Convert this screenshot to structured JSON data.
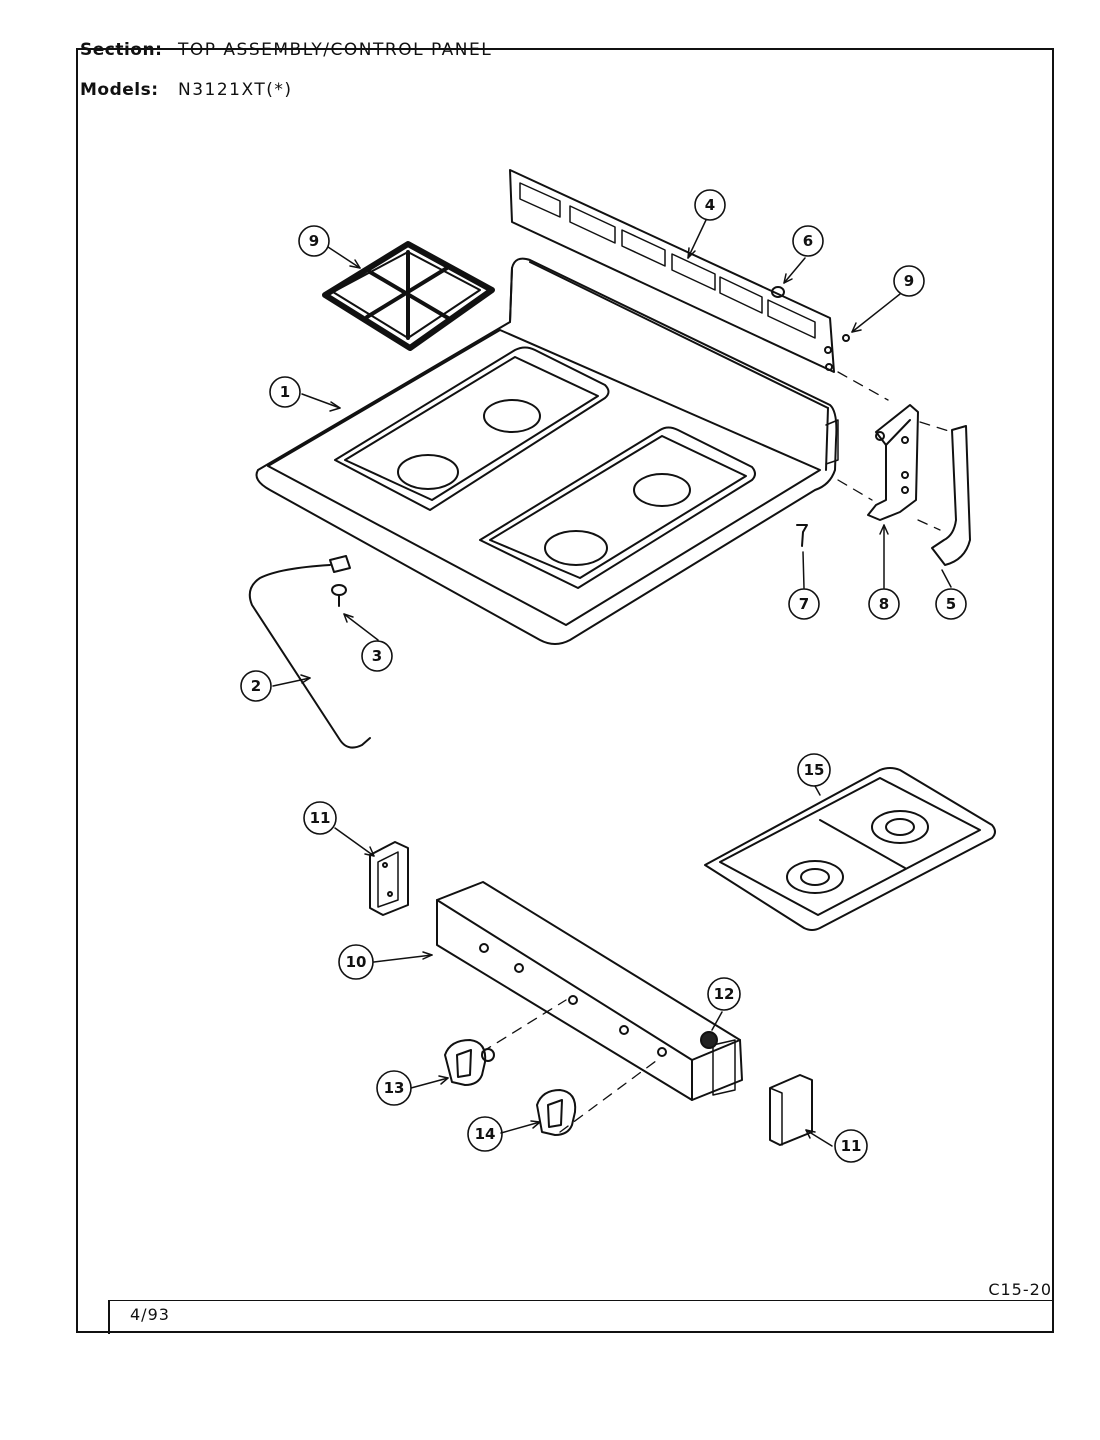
{
  "header": {
    "section_label": "Section:",
    "section_value": "TOP ASSEMBLY/CONTROL PANEL",
    "models_label": "Models:",
    "models_value": "N3121XT(*)"
  },
  "footer": {
    "page_code": "C15-20",
    "date": "4/93"
  },
  "callouts": [
    "1",
    "2",
    "3",
    "4",
    "5",
    "6",
    "7",
    "8",
    "9",
    "9",
    "10",
    "11",
    "11",
    "12",
    "13",
    "14",
    "15"
  ]
}
